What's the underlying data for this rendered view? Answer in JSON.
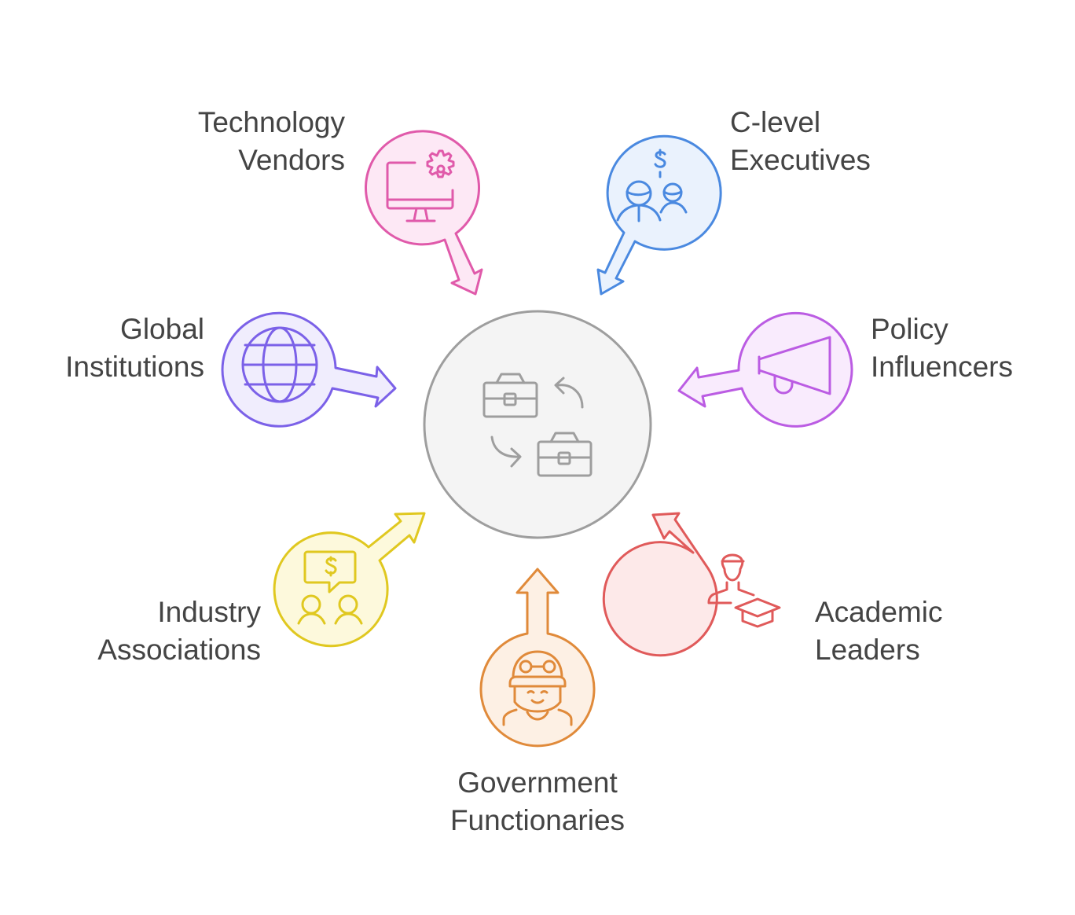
{
  "diagram": {
    "center": {
      "name": "role-exchange",
      "icon": "briefcase-exchange-icon",
      "stroke": "#9e9e9e",
      "fill": "#f4f4f4"
    },
    "nodes": [
      {
        "id": "technology-vendors",
        "label_lines": [
          "Technology",
          "Vendors"
        ],
        "icon": "computer-gear-icon",
        "stroke": "#e05aaa",
        "fill": "#fde8f5"
      },
      {
        "id": "c-level-executives",
        "label_lines": [
          "C-level",
          "Executives"
        ],
        "icon": "people-dollar-icon",
        "stroke": "#4a89e0",
        "fill": "#eaf2fd"
      },
      {
        "id": "global-institutions",
        "label_lines": [
          "Global",
          "Institutions"
        ],
        "icon": "globe-icon",
        "stroke": "#7b61e8",
        "fill": "#f0edfd"
      },
      {
        "id": "policy-influencers",
        "label_lines": [
          "Policy",
          "Influencers"
        ],
        "icon": "megaphone-icon",
        "stroke": "#bb5ce3",
        "fill": "#f9ebfd"
      },
      {
        "id": "industry-associations",
        "label_lines": [
          "Industry",
          "Associations"
        ],
        "icon": "people-chat-dollar-icon",
        "stroke": "#e0c820",
        "fill": "#fdf9dc"
      },
      {
        "id": "government-functionaries",
        "label_lines": [
          "Government",
          "Functionaries"
        ],
        "icon": "soldier-helmet-icon",
        "stroke": "#e08a3a",
        "fill": "#fdf0e4"
      },
      {
        "id": "academic-leaders",
        "label_lines": [
          "Academic",
          "Leaders"
        ],
        "icon": "person-graduation-cap-icon",
        "stroke": "#e05a5a",
        "fill": "#fde9e9"
      }
    ]
  }
}
